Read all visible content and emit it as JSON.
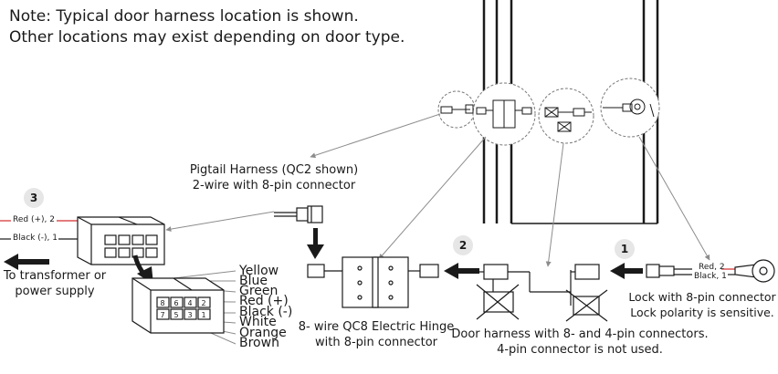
{
  "notes": [
    "Note: Typical door harness location is shown.",
    "Other locations may exist depending on door type."
  ],
  "steps": {
    "one": "1",
    "two": "2",
    "three": "3"
  },
  "pigtail": {
    "line1": "Pigtail Harness (QC2  shown)",
    "line2": "2-wire with 8-pin connector"
  },
  "power": {
    "red_wire": "Red (+), 2",
    "black_wire": "Black (-), 1",
    "line1": "To transformer or",
    "line2": "power supply"
  },
  "hinge": {
    "line1": "8- wire QC8 Electric Hinge",
    "line2": "with 8-pin connector"
  },
  "door_harness": {
    "line1": "Door harness with 8- and 4-pin connectors.",
    "line2": "4-pin connector is not used."
  },
  "lock": {
    "red_wire": "Red, 2",
    "black_wire": "Black, 1",
    "line1": "Lock with 8-pin  connector",
    "line2": "Lock polarity is sensitive."
  },
  "wire_colors": [
    "Yellow",
    "Blue",
    "Green",
    "Red (+)",
    "Black (-)",
    "White",
    "Orange",
    "Brown"
  ],
  "pin_numbers_top": [
    "8",
    "6",
    "4",
    "2"
  ],
  "pin_numbers_bottom": [
    "7",
    "5",
    "3",
    "1"
  ],
  "colors": {
    "red_wire": "#d22c2c",
    "line": "#1a1a1a",
    "leader": "#8c8c8c",
    "badge": "#e6e6e6"
  }
}
